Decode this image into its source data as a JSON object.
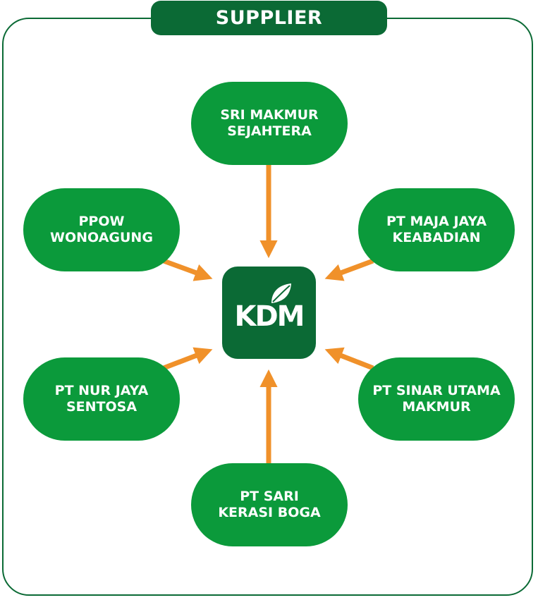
{
  "title": "SUPPLIER",
  "center_logo": {
    "text": "KDM",
    "icon": "leaf-icon"
  },
  "suppliers": [
    {
      "id": "top",
      "label": "SRI MAKMUR\nSEJAHTERA"
    },
    {
      "id": "upper-left",
      "label": "PPOW\nWONOAGUNG"
    },
    {
      "id": "upper-right",
      "label": "PT MAJA JAYA\nKEABADIAN"
    },
    {
      "id": "lower-left",
      "label": "PT NUR JAYA\nSENTOSA"
    },
    {
      "id": "lower-right",
      "label": "PT SINAR UTAMA\nMAKMUR"
    },
    {
      "id": "bottom",
      "label": "PT SARI\nKERASI BOGA"
    }
  ],
  "colors": {
    "dark_green": "#0b6a35",
    "node_green": "#0b9a3b",
    "arrow_orange": "#f0912a",
    "text_white": "#ffffff"
  }
}
